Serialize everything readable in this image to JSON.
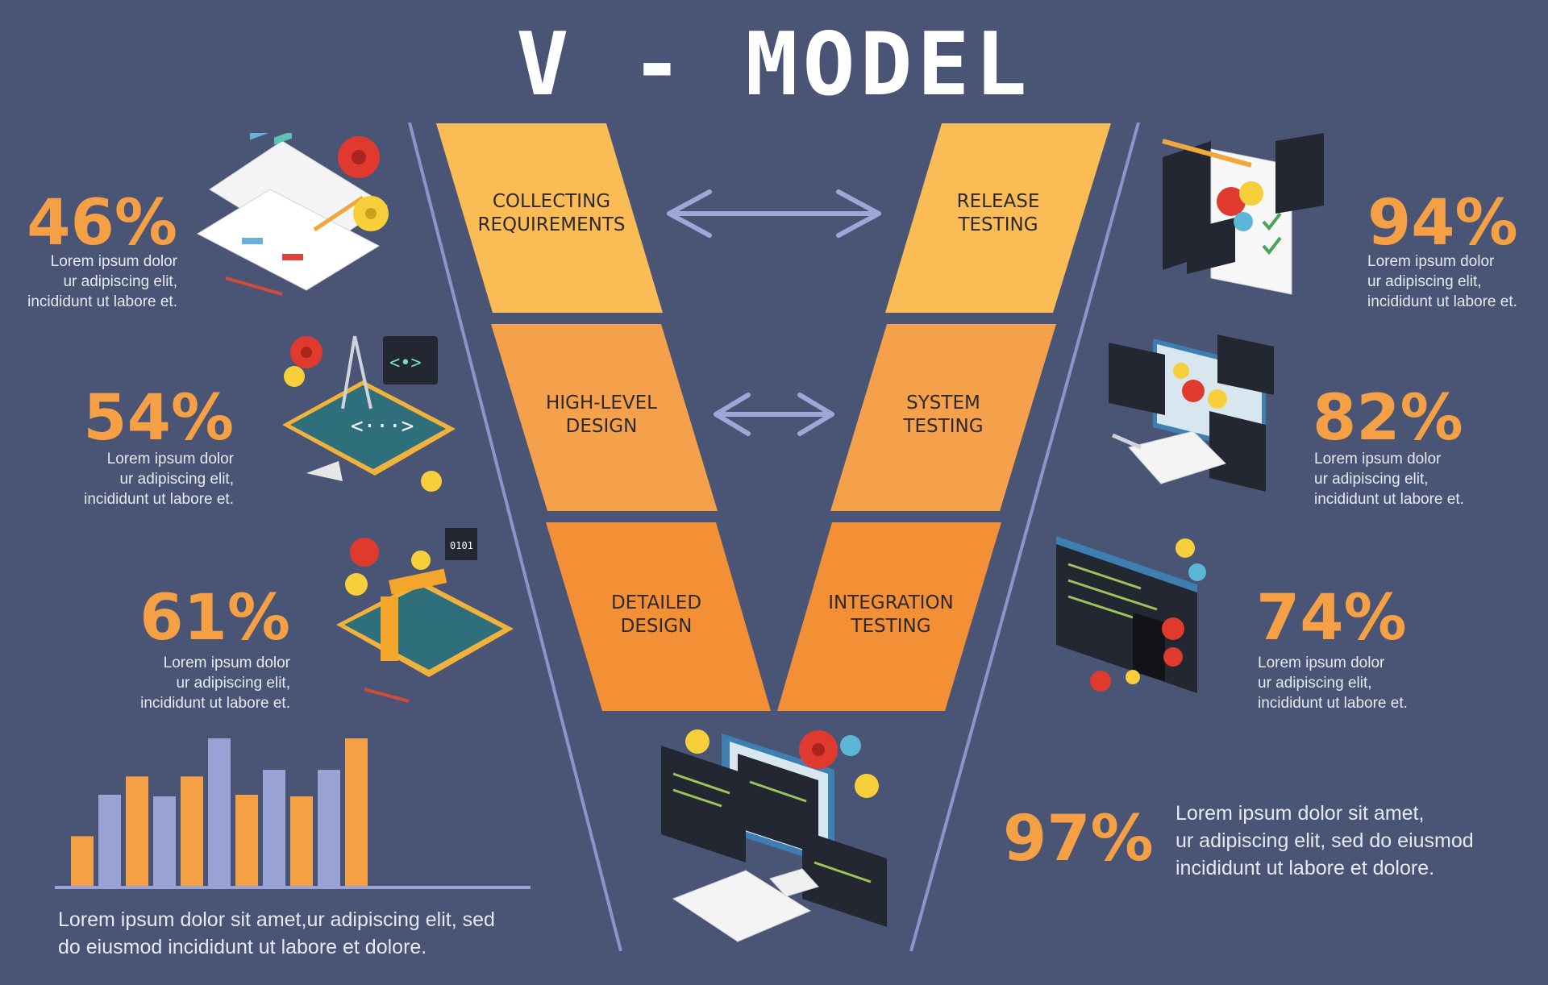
{
  "title": "V - MODEL",
  "colors": {
    "background": "#4a5575",
    "accent_orange": "#f5a045",
    "stage_top": "#fbbb55",
    "stage_mid": "#f5a04b",
    "stage_bottom": "#f38f34",
    "arrow": "#9ea7d8",
    "lavender_bar": "#9aa3d6"
  },
  "left_stats": [
    {
      "percent": "46%",
      "lines": [
        "Lorem ipsum dolor",
        "ur adipiscing elit,",
        "incididunt ut labore et."
      ],
      "icon": "planning-notebook-icon"
    },
    {
      "percent": "54%",
      "lines": [
        "Lorem ipsum dolor",
        "ur adipiscing elit,",
        "incididunt ut labore et."
      ],
      "icon": "design-blueprint-icon"
    },
    {
      "percent": "61%",
      "lines": [
        "Lorem ipsum dolor",
        "ur adipiscing elit,",
        "incididunt ut labore et."
      ],
      "icon": "detailed-design-robot-arm-icon"
    }
  ],
  "right_stats": [
    {
      "percent": "94%",
      "lines": [
        "Lorem ipsum dolor",
        "ur adipiscing elit,",
        "incididunt ut labore et."
      ],
      "icon": "release-checklist-icon"
    },
    {
      "percent": "82%",
      "lines": [
        "Lorem ipsum dolor",
        "ur adipiscing elit,",
        "incididunt ut labore et."
      ],
      "icon": "system-testing-monitor-icon"
    },
    {
      "percent": "74%",
      "lines": [
        "Lorem ipsum dolor",
        "ur adipiscing elit,",
        "incididunt ut labore et."
      ],
      "icon": "integration-code-screen-icon"
    }
  ],
  "bottom_stat": {
    "percent": "97%",
    "lines": [
      "Lorem ipsum dolor sit amet,",
      "ur adipiscing elit, sed do eiusmod",
      "incididunt ut labore et dolore."
    ]
  },
  "stages_left": [
    {
      "lines": [
        "COLLECTING",
        "REQUIREMENTS"
      ]
    },
    {
      "lines": [
        "HIGH-LEVEL",
        "DESIGN"
      ]
    },
    {
      "lines": [
        "DETAILED",
        "DESIGN"
      ]
    }
  ],
  "stages_right": [
    {
      "lines": [
        "RELEASE",
        "TESTING"
      ]
    },
    {
      "lines": [
        "SYSTEM",
        "TESTING"
      ]
    },
    {
      "lines": [
        "INTEGRATION",
        "TESTING"
      ]
    }
  ],
  "center_icon": "coding-workstation-icon",
  "bar_chart": {
    "values": [
      3,
      5.5,
      6.6,
      5.4,
      6.6,
      8.9,
      5.5,
      7,
      5.4,
      7,
      8.9
    ],
    "colors": [
      "orange",
      "lavender",
      "orange",
      "lavender",
      "orange",
      "lavender",
      "orange",
      "lavender",
      "orange",
      "lavender",
      "orange"
    ],
    "max": 9
  },
  "bottom_text": {
    "lines": [
      "Lorem ipsum dolor sit amet,ur adipiscing elit, sed",
      "do eiusmod incididunt ut labore et dolore."
    ]
  }
}
